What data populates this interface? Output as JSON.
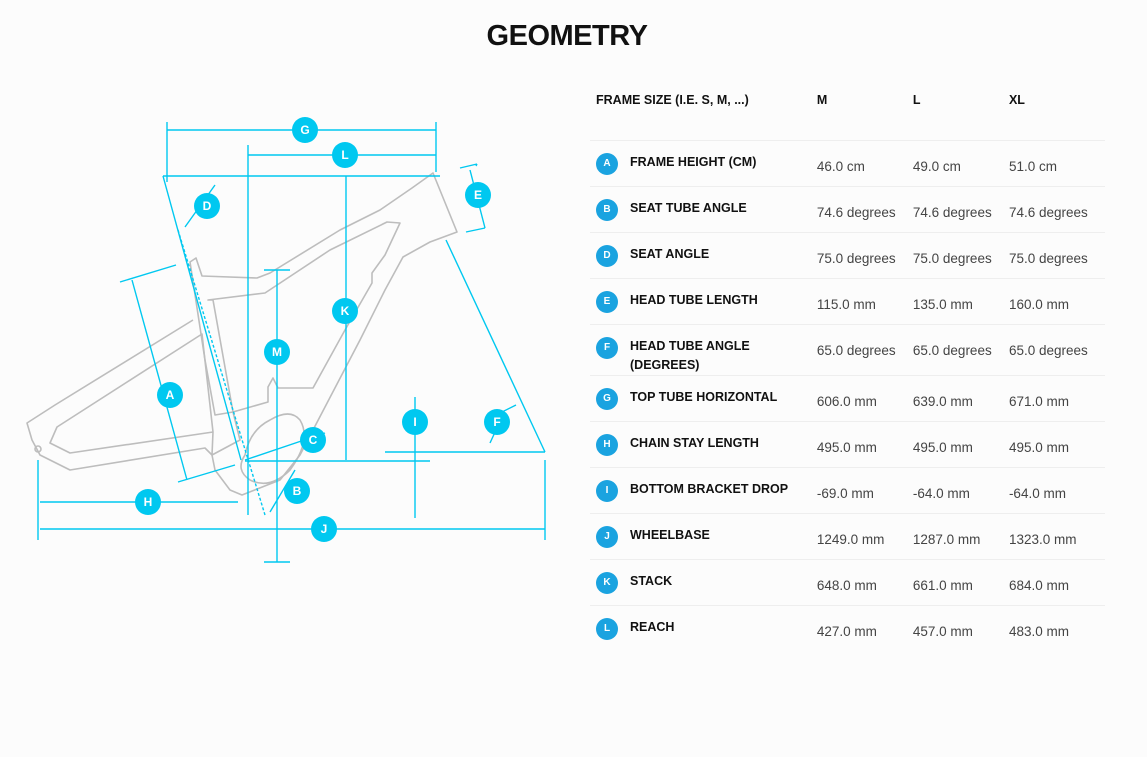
{
  "title": "GEOMETRY",
  "diagram_labels": [
    "A",
    "B",
    "C",
    "D",
    "E",
    "F",
    "G",
    "H",
    "I",
    "J",
    "K",
    "L",
    "M"
  ],
  "colors": {
    "accent": "#00c8f0",
    "badge": "#1aa3e0",
    "frame": "#bdbdbd"
  },
  "table": {
    "header": [
      "FRAME SIZE (I.E. S, M, ...)",
      "M",
      "L",
      "XL"
    ],
    "rows": [
      {
        "badge": "A",
        "label": "FRAME HEIGHT (CM)",
        "values": [
          "46.0 cm",
          "49.0 cm",
          "51.0 cm"
        ]
      },
      {
        "badge": "B",
        "label": "SEAT TUBE ANGLE",
        "values": [
          "74.6 degrees",
          "74.6 degrees",
          "74.6 degrees"
        ]
      },
      {
        "badge": "D",
        "label": "SEAT ANGLE",
        "values": [
          "75.0 degrees",
          "75.0 degrees",
          "75.0 degrees"
        ]
      },
      {
        "badge": "E",
        "label": "HEAD TUBE LENGTH",
        "values": [
          "115.0 mm",
          "135.0 mm",
          "160.0 mm"
        ]
      },
      {
        "badge": "F",
        "label": "HEAD TUBE ANGLE (DEGREES)",
        "values": [
          "65.0 degrees",
          "65.0 degrees",
          "65.0 degrees"
        ]
      },
      {
        "badge": "G",
        "label": "TOP TUBE HORIZONTAL",
        "values": [
          "606.0 mm",
          "639.0 mm",
          "671.0 mm"
        ]
      },
      {
        "badge": "H",
        "label": "CHAIN STAY LENGTH",
        "values": [
          "495.0 mm",
          "495.0 mm",
          "495.0 mm"
        ]
      },
      {
        "badge": "I",
        "label": "BOTTOM BRACKET DROP",
        "values": [
          "-69.0 mm",
          "-64.0 mm",
          "-64.0 mm"
        ]
      },
      {
        "badge": "J",
        "label": "WHEELBASE",
        "values": [
          "1249.0 mm",
          "1287.0 mm",
          "1323.0 mm"
        ]
      },
      {
        "badge": "K",
        "label": "STACK",
        "values": [
          "648.0 mm",
          "661.0 mm",
          "684.0 mm"
        ]
      },
      {
        "badge": "L",
        "label": "REACH",
        "values": [
          "427.0 mm",
          "457.0 mm",
          "483.0 mm"
        ]
      }
    ]
  }
}
